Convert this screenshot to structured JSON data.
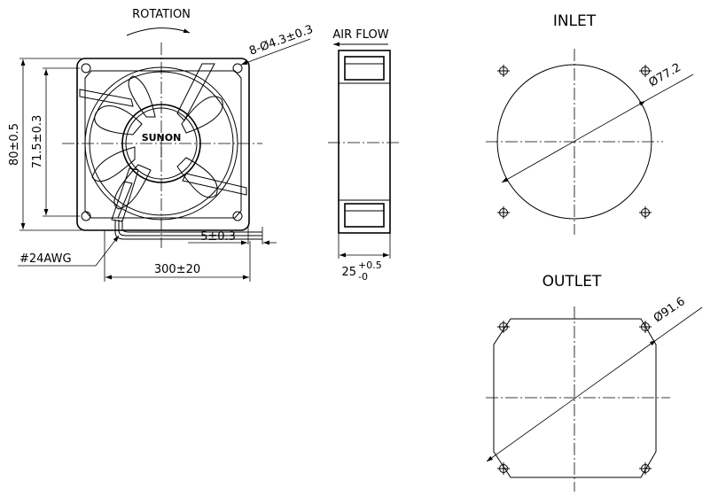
{
  "front_view": {
    "rotation_label": "ROTATION",
    "hole_spec": "8-Ø4.3±0.3",
    "brand": "SUNON",
    "height_dim": "80±0.5",
    "hole_spacing_dim": "71.5±0.3",
    "wire_gauge": "#24AWG",
    "strip_length_dim": "5±0.3",
    "lead_length_dim": "300±20"
  },
  "side_view": {
    "airflow_label": "AIR FLOW",
    "thickness_main": "25",
    "thickness_upper": "+0.5",
    "thickness_lower": "-0"
  },
  "inlet_view": {
    "title": "INLET",
    "diameter_dim": "Ø77.2"
  },
  "outlet_view": {
    "title": "OUTLET",
    "diameter_dim": "Ø91.6"
  }
}
